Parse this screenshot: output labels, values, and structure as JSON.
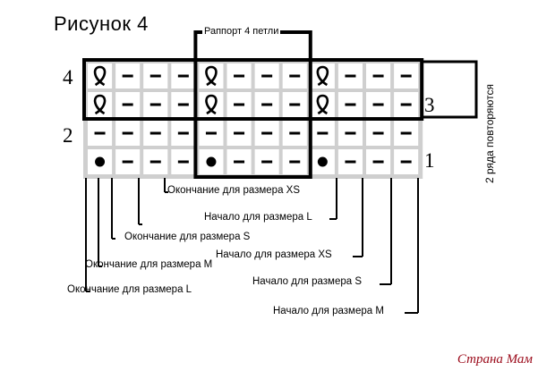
{
  "figure_title": "Рисунок 4",
  "repeat_label": "Раппорт 4 петли",
  "row_numbers": {
    "r4": "4",
    "r3": "3",
    "r2": "2",
    "r1": "1"
  },
  "side_note": "2 ряда повторяются",
  "grid": {
    "rows": [
      [
        "twisted-knit",
        "purl",
        "purl",
        "purl",
        "twisted-knit",
        "purl",
        "purl",
        "purl",
        "twisted-knit",
        "purl",
        "purl",
        "purl"
      ],
      [
        "twisted-knit",
        "purl",
        "purl",
        "purl",
        "twisted-knit",
        "purl",
        "purl",
        "purl",
        "twisted-knit",
        "purl",
        "purl",
        "purl"
      ],
      [
        "purl",
        "purl",
        "purl",
        "purl",
        "purl",
        "purl",
        "purl",
        "purl",
        "purl",
        "purl",
        "purl",
        "purl"
      ],
      [
        "dot",
        "purl",
        "purl",
        "purl",
        "dot",
        "purl",
        "purl",
        "purl",
        "dot",
        "purl",
        "purl",
        "purl"
      ]
    ],
    "repeat_start_col": 4,
    "repeat_span": 4
  },
  "size_labels": [
    "Окончание для размера XS",
    "Начало для размера L",
    "Окончание для размера S",
    "Окончание для размера M",
    "Начало для размера XS",
    "Окончание для размера L",
    "Начало для размера S",
    "Начало для размера M"
  ],
  "watermark": "Страна Мам"
}
